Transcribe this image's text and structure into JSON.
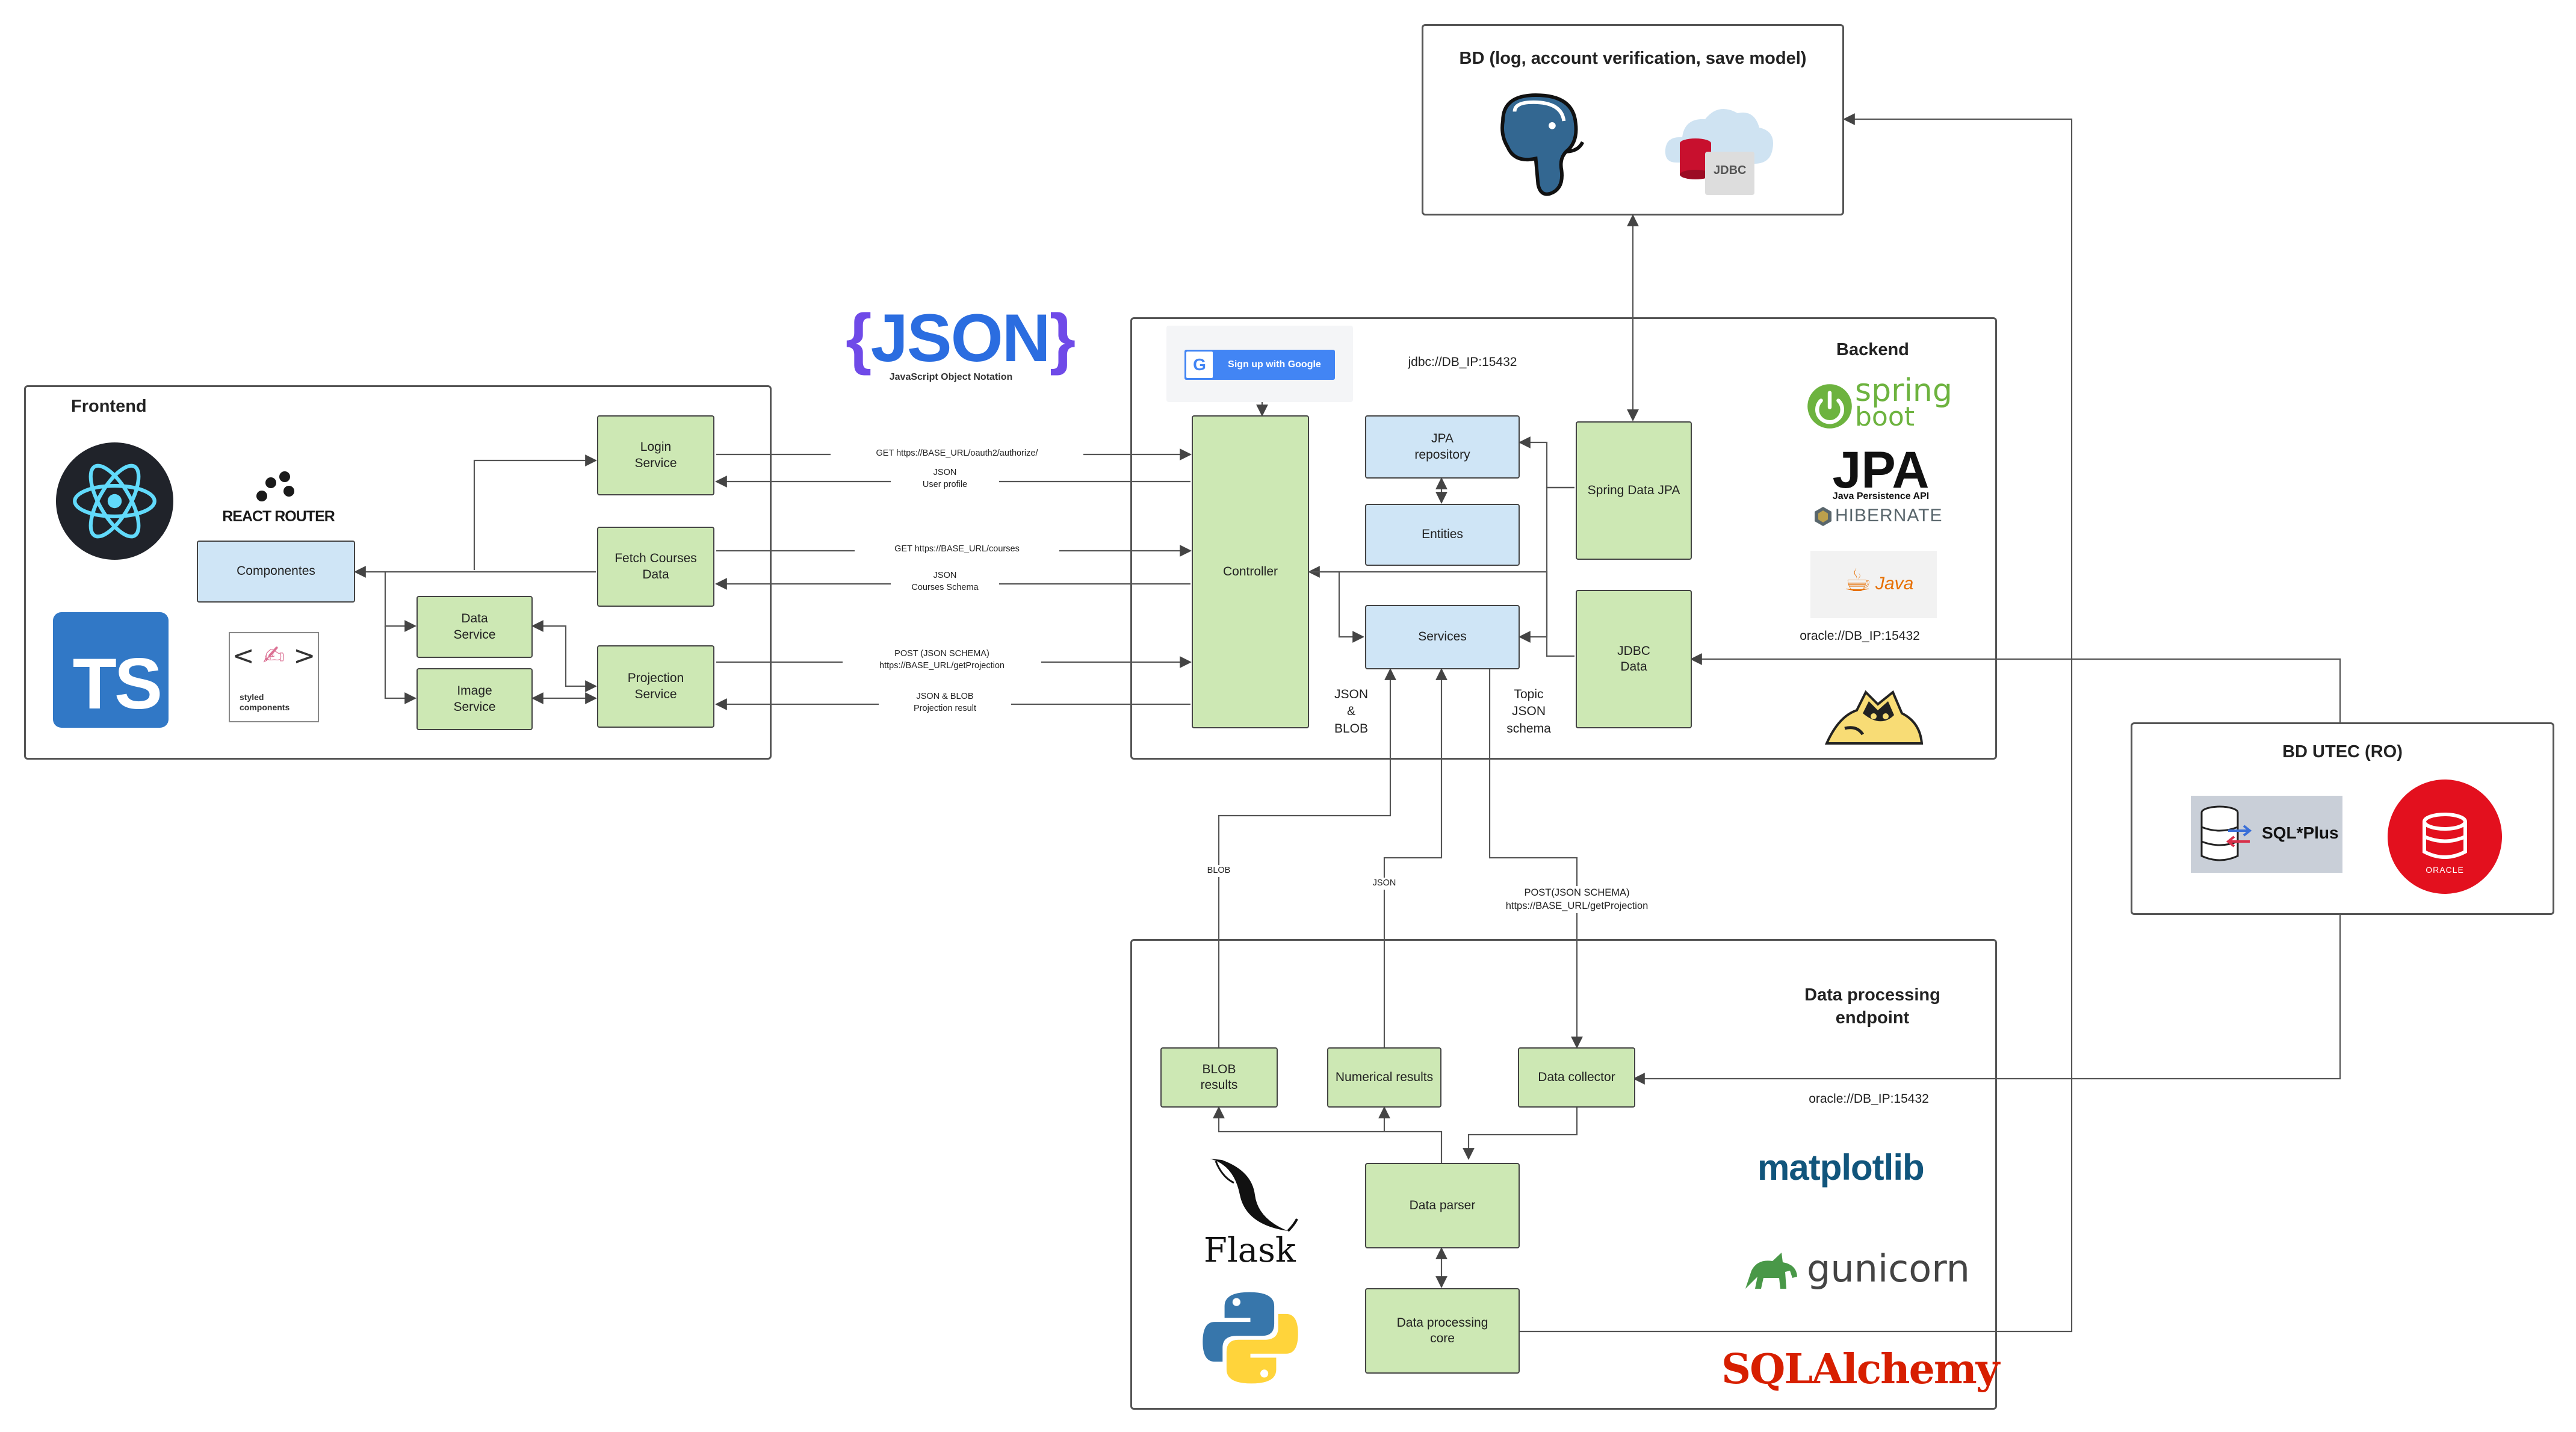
{
  "frontend": {
    "title": "Frontend",
    "components": "Componentes",
    "login_service": "Login\nService",
    "fetch_courses": "Fetch Courses\nData",
    "projection_service": "Projection\nService",
    "data_service": "Data\nService",
    "image_service": "Image\nService",
    "logos": {
      "react_router": "REACT ROUTER",
      "typescript": "TS",
      "styled_components": "styled\ncomponents"
    }
  },
  "json_logo": {
    "text": "JSON",
    "subtitle": "JavaScript Object Notation"
  },
  "edges_frontend_backend": {
    "oauth_request": "GET https://BASE_URL/oauth2/authorize/",
    "user_profile": "JSON\nUser profile",
    "courses_request": "GET https://BASE_URL/courses",
    "courses_schema": "JSON\nCourses Schema",
    "projection_request": "POST (JSON SCHEMA)\nhttps://BASE_URL/getProjection",
    "projection_result": "JSON & BLOB\nProjection result"
  },
  "backend": {
    "title": "Backend",
    "google_button": "Sign up with Google",
    "jdbc_url": "jdbc://DB_IP:15432",
    "controller": "Controller",
    "jpa_repository": "JPA\nrepository",
    "entities": "Entities",
    "services": "Services",
    "spring_data_jpa": "Spring Data JPA",
    "jdbc_data": "JDBC\nData",
    "oracle_url": "oracle://DB_IP:15432",
    "json_blob": "JSON\n&\nBLOB",
    "topic_schema": "Topic\nJSON\nschema",
    "logos": {
      "spring": "spring",
      "boot": "boot",
      "jpa": "JPA",
      "jpa_sub": "Java Persistence API",
      "hibernate": "HIBERNATE",
      "java": "Java"
    }
  },
  "bd_main": {
    "title": "BD (log, account verification, save model)",
    "jdbc_logo": "JDBC"
  },
  "bd_utec": {
    "title": "BD UTEC (RO)",
    "sqlplus": "SQL*Plus",
    "oracle": "ORACLE"
  },
  "processing_edges": {
    "blob": "BLOB",
    "json": "JSON",
    "post_schema": "POST(JSON SCHEMA)\nhttps://BASE_URL/getProjection"
  },
  "data_processing": {
    "title": "Data processing\nendpoint",
    "blob_results": "BLOB\nresults",
    "numerical_results": "Numerical results",
    "data_collector": "Data collector",
    "data_parser": "Data parser",
    "data_processing_core": "Data processing\ncore",
    "oracle_url": "oracle://DB_IP:15432",
    "logos": {
      "flask": "Flask",
      "matplotlib": "matplotlib",
      "gunicorn": "gunicorn",
      "sqlalchemy": "SQLAlchemy"
    }
  },
  "colors": {
    "green_box": "#cde8b4",
    "blue_box": "#cfe5f6",
    "border": "#444444"
  }
}
